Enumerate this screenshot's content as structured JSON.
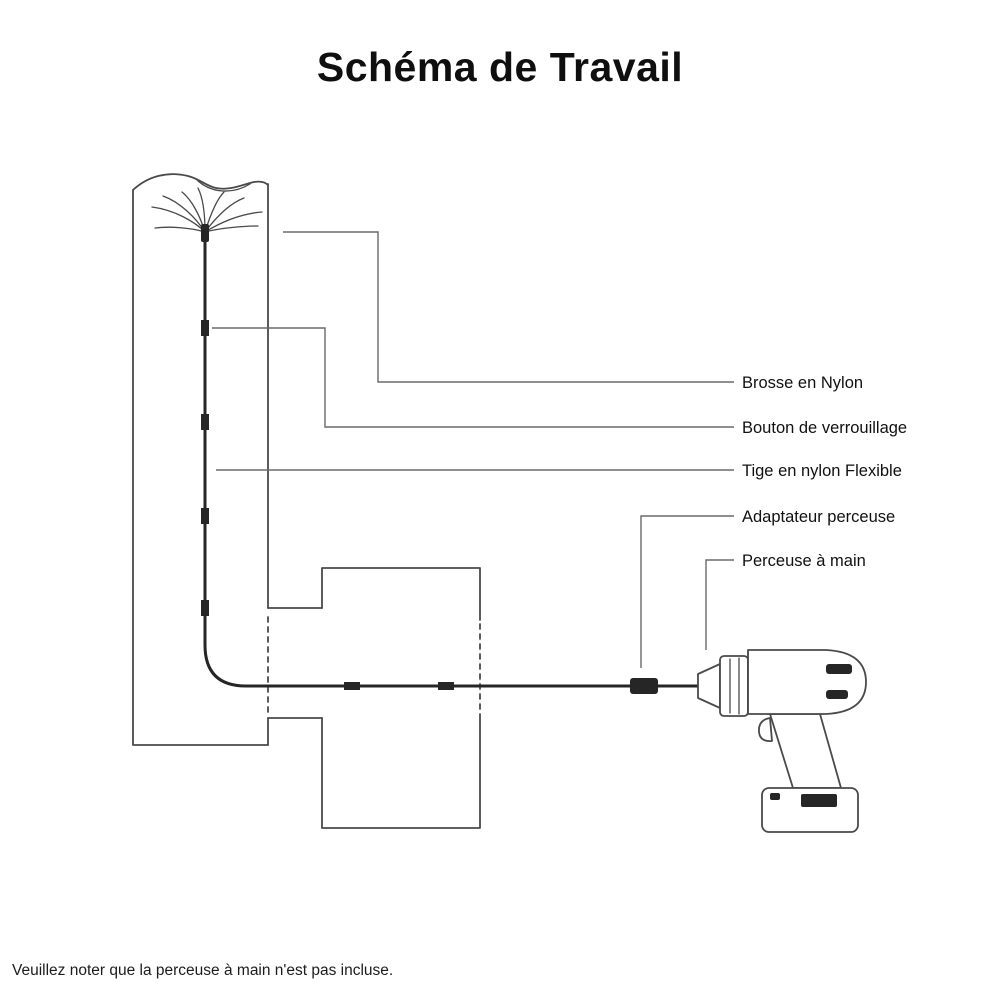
{
  "title": "Schéma de Travail",
  "note": "Veuillez noter que la perceuse à main n'est pas incluse.",
  "labels": [
    {
      "id": "brosse",
      "text": "Brosse en Nylon"
    },
    {
      "id": "bouton",
      "text": "Bouton de verrouillage"
    },
    {
      "id": "tige",
      "text": "Tige en nylon Flexible"
    },
    {
      "id": "adaptateur",
      "text": "Adaptateur perceuse"
    },
    {
      "id": "perceuse",
      "text": "Perceuse à main"
    }
  ],
  "colors": {
    "background": "#ffffff",
    "line": "#4a4a4a",
    "dark": "#262626",
    "text": "#111111"
  }
}
